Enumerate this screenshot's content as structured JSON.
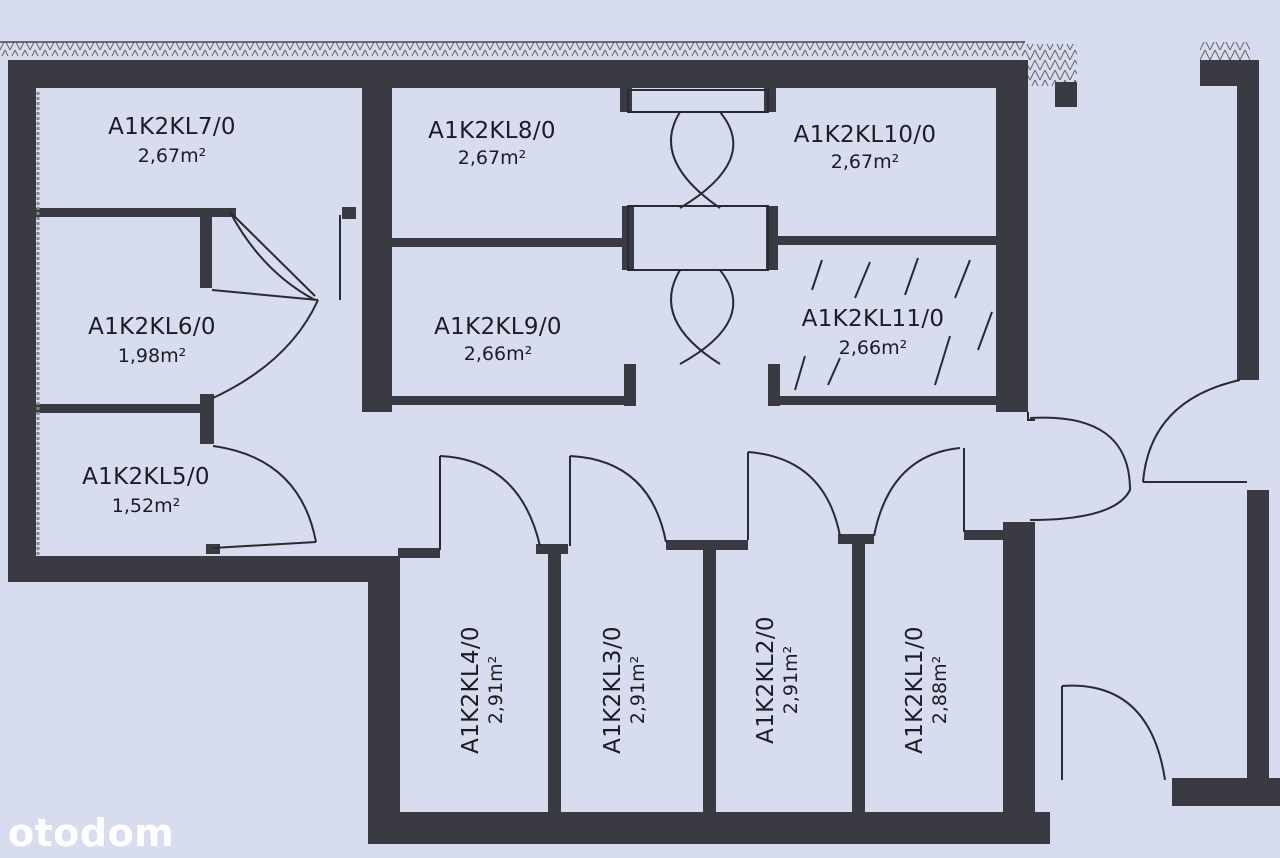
{
  "rooms": [
    {
      "id": "A1K2KL7/0",
      "area": "2,67m²"
    },
    {
      "id": "A1K2KL8/0",
      "area": "2,67m²"
    },
    {
      "id": "A1K2KL10/0",
      "area": "2,67m²"
    },
    {
      "id": "A1K2KL6/0",
      "area": "1,98m²"
    },
    {
      "id": "A1K2KL9/0",
      "area": "2,66m²"
    },
    {
      "id": "A1K2KL11/0",
      "area": "2,66m²"
    },
    {
      "id": "A1K2KL5/0",
      "area": "1,52m²"
    },
    {
      "id": "A1K2KL4/0",
      "area": "2,91m²"
    },
    {
      "id": "A1K2KL3/0",
      "area": "2,91m²"
    },
    {
      "id": "A1K2KL2/0",
      "area": "2,91m²"
    },
    {
      "id": "A1K2KL1/0",
      "area": "2,88m²"
    }
  ],
  "watermark": "otodom",
  "colors": {
    "background": "#d7dcee",
    "wall": "#3a3a42",
    "line": "#2a2a30",
    "text": "#1c1c22"
  }
}
